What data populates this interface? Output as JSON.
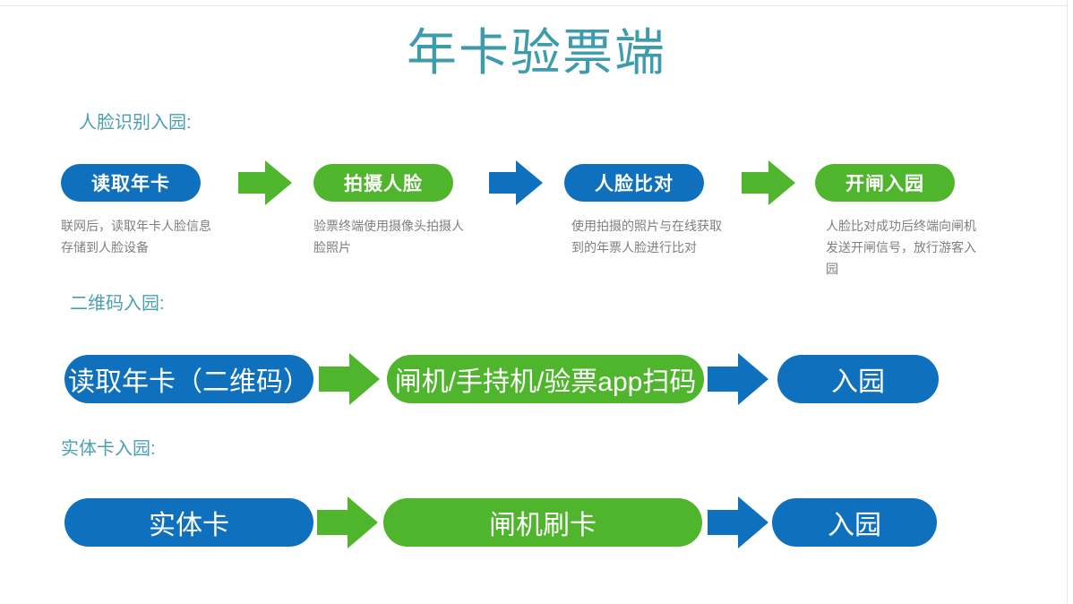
{
  "slide": {
    "title": "年卡验票端",
    "title_color": "#3C9BAD",
    "background": "#ffffff"
  },
  "colors": {
    "blue": "#0F70BE",
    "green": "#4FB52C",
    "teal_label": "#4BA0B0",
    "description_text": "#7F7F7F"
  },
  "sections": [
    {
      "id": "face-recognition",
      "label": "人脸识别入园:",
      "steps": [
        {
          "label": "读取年卡",
          "color": "blue",
          "description": "联网后，读取年卡人脸信息存储到人脸设备"
        },
        {
          "label": "拍摄人脸",
          "color": "green",
          "description": "验票终端使用摄像头拍摄人脸照片"
        },
        {
          "label": "人脸比对",
          "color": "blue",
          "description": "使用拍摄的照片与在线获取到的年票人脸进行比对"
        },
        {
          "label": "开闸入园",
          "color": "green",
          "description": "人脸比对成功后终端向闸机发送开闸信号，放行游客入园"
        }
      ],
      "arrows": [
        "green",
        "blue",
        "green"
      ]
    },
    {
      "id": "qr-code",
      "label": "二维码入园:",
      "steps": [
        {
          "label": "读取年卡（二维码）",
          "color": "blue"
        },
        {
          "label": "闸机/手持机/验票app扫码",
          "color": "green"
        },
        {
          "label": "入园",
          "color": "blue"
        }
      ],
      "arrows": [
        "green",
        "blue"
      ]
    },
    {
      "id": "physical-card",
      "label": "实体卡入园:",
      "steps": [
        {
          "label": "实体卡",
          "color": "blue"
        },
        {
          "label": "闸机刷卡",
          "color": "green"
        },
        {
          "label": "入园",
          "color": "blue"
        }
      ],
      "arrows": [
        "green",
        "blue"
      ]
    }
  ]
}
